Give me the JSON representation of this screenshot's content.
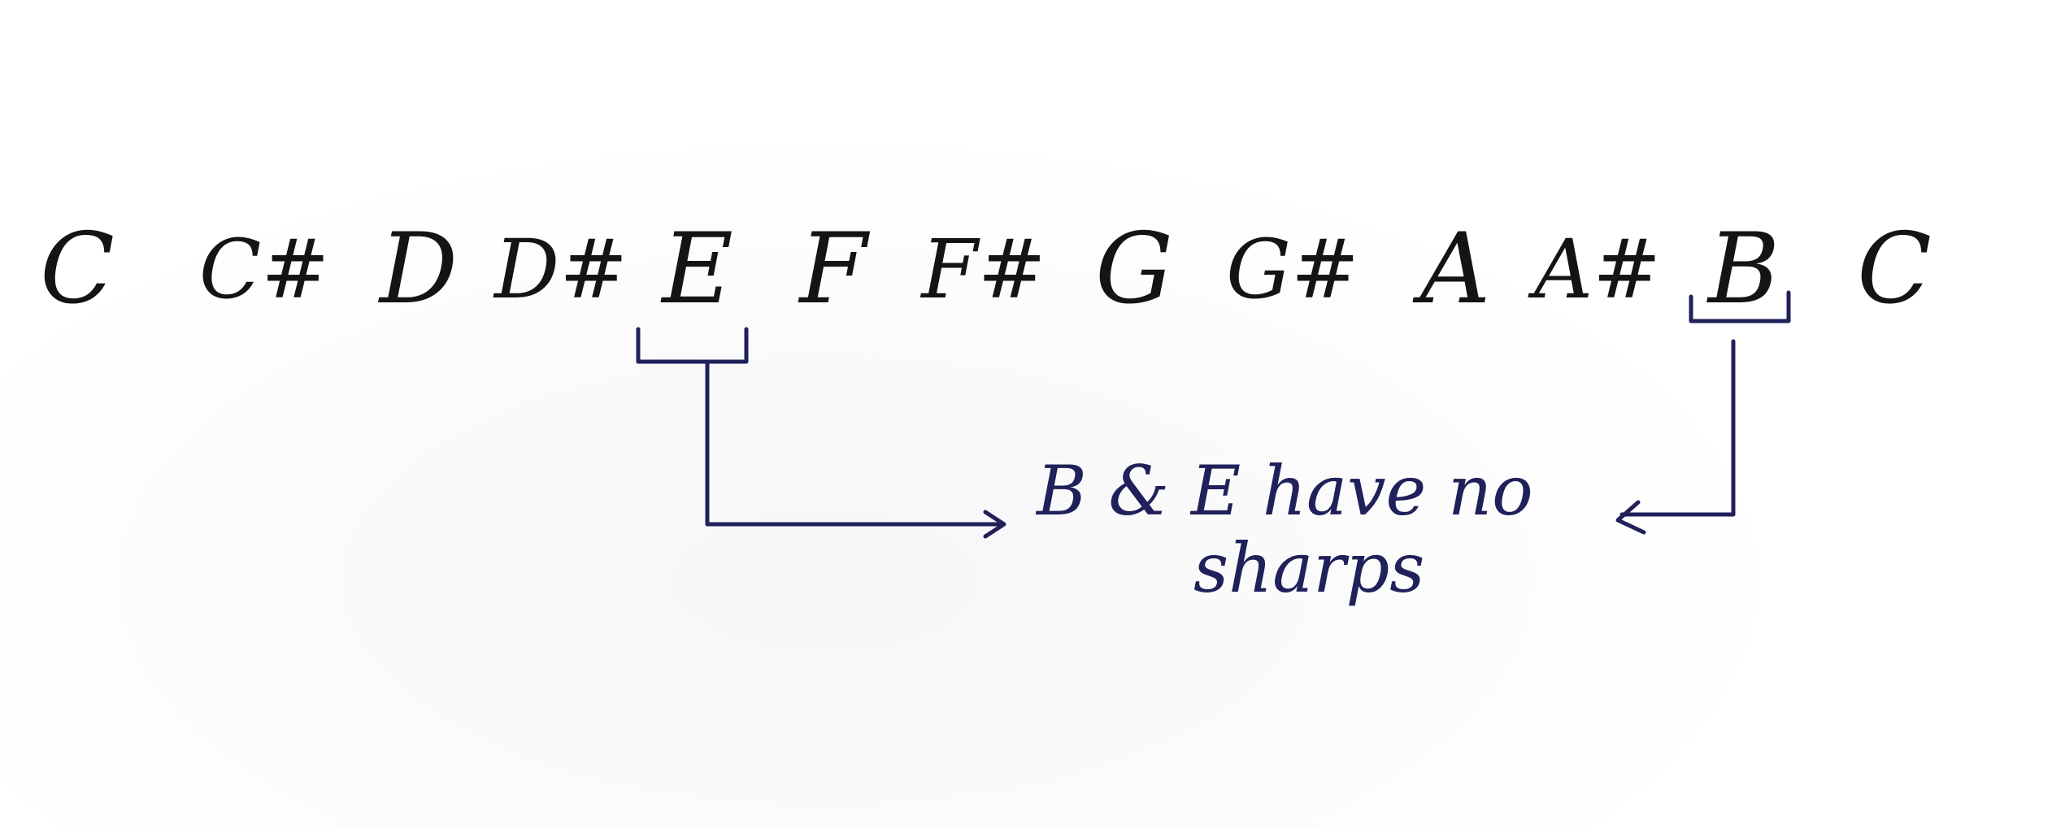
{
  "notes": [
    "C",
    "C#",
    "D",
    "D#",
    "E",
    "F",
    "F#",
    "G",
    "G#",
    "A",
    "A#",
    "B",
    "C"
  ],
  "annotation": {
    "line1": "B & E have no",
    "line2": "sharps"
  },
  "highlighted_notes": [
    "E",
    "B"
  ],
  "colors": {
    "note_ink": "#141414",
    "annotation_ink": "#20205a",
    "paper": "#ffffff"
  }
}
